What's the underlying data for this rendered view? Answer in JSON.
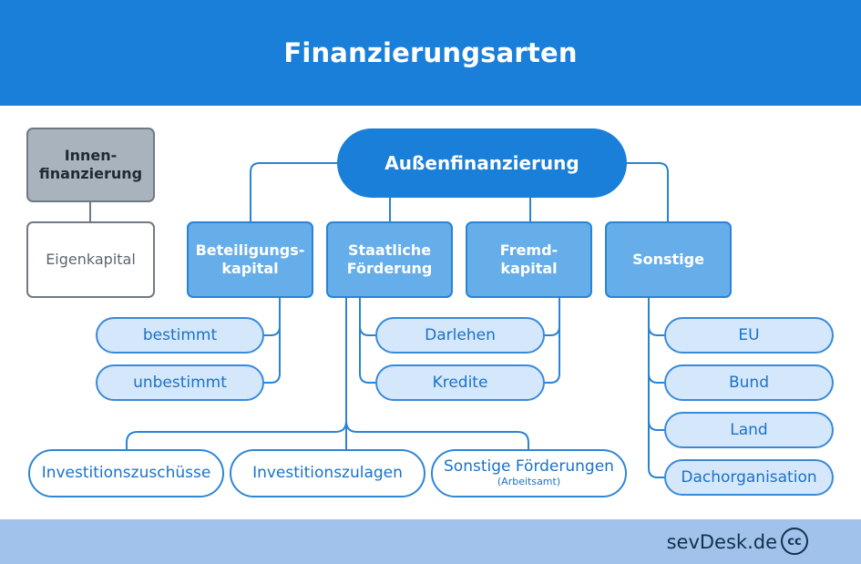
{
  "header": {
    "title": "Finanzierungsarten"
  },
  "innenfinanzierung": {
    "line1": "Innen-",
    "line2": "finanzierung",
    "child": "Eigenkapital"
  },
  "aussenfinanzierung": {
    "label": "Außenfinanzierung"
  },
  "categories": [
    {
      "line1": "Beteiligungs-",
      "line2": "kapital",
      "items": [
        "bestimmt",
        "unbestimmt"
      ]
    },
    {
      "line1": "Staatliche",
      "line2": "Förderung",
      "items": [
        "Investitionszuschüsse",
        "Investitionszulagen",
        "Sonstige Förderungen"
      ],
      "note": "(Arbeitsamt)"
    },
    {
      "line1": "Fremd-",
      "line2": "kapital",
      "items": [
        "Darlehen",
        "Kredite"
      ]
    },
    {
      "line1": "Sonstige",
      "line2": "",
      "items": [
        "EU",
        "Bund",
        "Land",
        "Dachorganisation"
      ]
    }
  ],
  "footer": {
    "brand": "sevDesk.de",
    "icon": "creative-commons-icon",
    "icon_text": "cc"
  },
  "colors": {
    "header": "#1a7fd9",
    "category": "#66aeea",
    "pill": "#d5e7fa",
    "innen": "#a9b3bd",
    "footer": "#a1c2ea"
  }
}
